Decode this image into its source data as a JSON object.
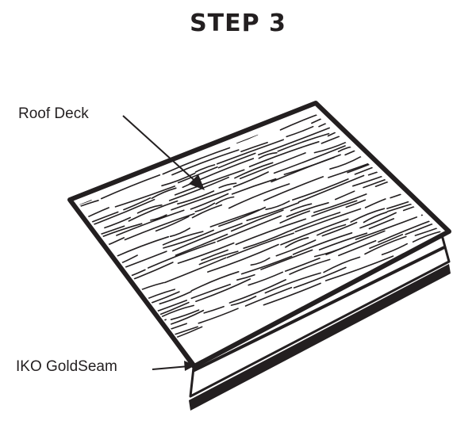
{
  "title": "STEP 3",
  "labels": {
    "roof_deck": "Roof Deck",
    "goldseam": "IKO GoldSeam"
  },
  "colors": {
    "ink": "#231f20",
    "background": "#ffffff"
  }
}
